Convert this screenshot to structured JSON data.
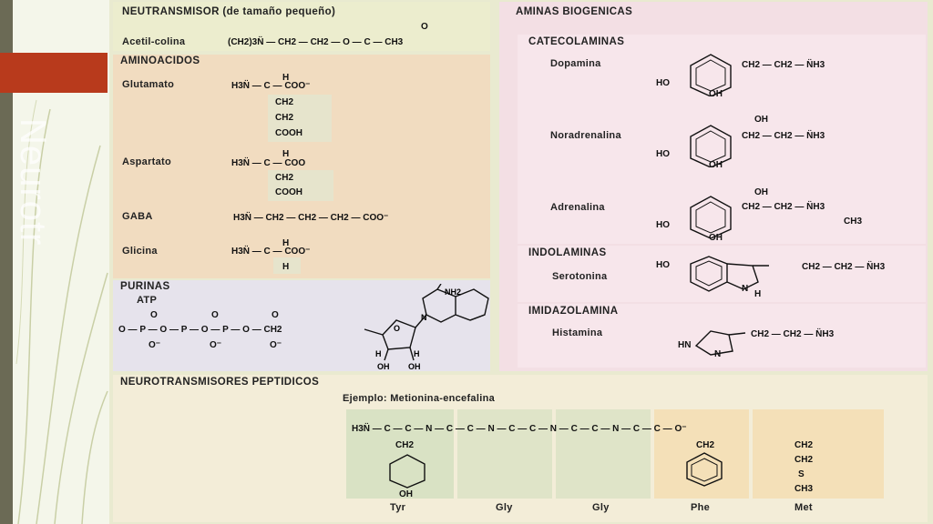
{
  "slide": {
    "background_title": "Neurotr",
    "accent_color": "#b83a1c"
  },
  "neutransmisor": {
    "title": "NEUTRANSMISOR (de tamaño pequeño)",
    "acetilcolina_label": "Acetil-colina",
    "acetilcolina_formula": "(CH2)3N̈ — CH2 — CH2 — O — C — CH3",
    "acetilcolina_O": "O"
  },
  "aminoacidos": {
    "title": "AMINOACIDOS",
    "items": [
      {
        "name": "Glutamato",
        "main": "H3N̈ — C — COO⁻",
        "top": "H",
        "side": [
          "CH2",
          "CH2",
          "COOH"
        ]
      },
      {
        "name": "Aspartato",
        "main": "H3N̈ — C — COO",
        "top": "H",
        "side": [
          "CH2",
          "COOH"
        ]
      },
      {
        "name": "GABA",
        "main": "H3N̈ — CH2 — CH2 — CH2 — COO⁻"
      },
      {
        "name": "Glicina",
        "main": "H3N̈ — C — COO⁻",
        "top": "H",
        "side": [
          "H"
        ]
      }
    ]
  },
  "purinas": {
    "title": "PURINAS",
    "atp": "ATP",
    "chain": "O — P — O — P — O — P — O — CH2",
    "o_top": [
      "O",
      "O",
      "O"
    ],
    "o_bottom": [
      "O⁻",
      "O⁻",
      "O⁻"
    ],
    "labels": {
      "nh2": "NH2",
      "n": "N",
      "o": "O",
      "h": "H",
      "oh": "OH"
    }
  },
  "aminas": {
    "title": "AMINAS BIOGENICAS",
    "catecolaminas": {
      "title": "CATECOLAMINAS",
      "items": [
        {
          "name": "Dopamina",
          "chain": "CH2 — CH2 — N̈H3",
          "oh_top": "",
          "extra": ""
        },
        {
          "name": "Noradrenalina",
          "chain": "CH2 — CH2 — N̈H3",
          "oh_top": "OH",
          "extra": ""
        },
        {
          "name": "Adrenalina",
          "chain": "CH2 — CH2 — N̈H3",
          "oh_top": "OH",
          "extra": "CH3"
        }
      ],
      "ho": "HO",
      "oh": "OH"
    },
    "indolaminas": {
      "title": "INDOLAMINAS",
      "name": "Serotonina",
      "ho": "HO",
      "chain": "CH2 — CH2 — N̈H3",
      "n": "N",
      "h": "H"
    },
    "imidazolamina": {
      "title": "IMIDAZOLAMINA",
      "name": "Histamina",
      "hn": "HN",
      "n": "N",
      "chain": "CH2 — CH2 — N̈H3"
    }
  },
  "peptidicos": {
    "title": "NEUROTRANSMISORES PEPTIDICOS",
    "example": "Ejemplo: Metionina-encefalina",
    "backbone": "H3N̈ — C — C — N — C — C — N — C — C — N — C — C — N — C — C — O⁻",
    "residues": [
      "Tyr",
      "Gly",
      "Gly",
      "Phe",
      "Met"
    ],
    "side_tyr": [
      "CH2",
      "OH"
    ],
    "side_phe": [
      "CH2"
    ],
    "side_met": [
      "CH2",
      "CH2",
      "S",
      "CH3"
    ]
  }
}
